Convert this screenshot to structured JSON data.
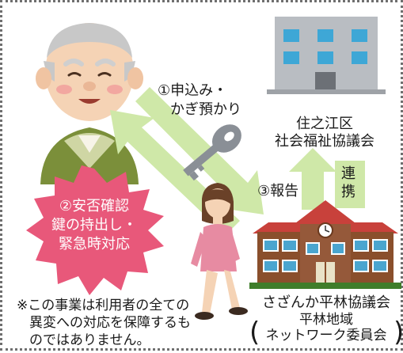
{
  "steps": {
    "step1_line1": "①申込み・",
    "step1_line2": "かぎ預かり",
    "step2_line1": "②安否確認",
    "step2_line2": "鍵の持出し・",
    "step2_line3": "緊急時対応",
    "step3": "③報告",
    "renkei_1": "連",
    "renkei_2": "携"
  },
  "council": {
    "line1": "住之江区",
    "line2": "社会福祉協議会"
  },
  "local": {
    "line1": "さざんか平林協議会",
    "line2": "平林地域",
    "line3": "ネットワーク委員会"
  },
  "note": {
    "line1": "※この事業は利用者の全ての",
    "line2": "異変への対応を保障するも",
    "line3": "のではありません。"
  },
  "colors": {
    "arrow_green": "#cfe8a8",
    "burst_pink": "#e8587a",
    "building_gray": "#b9bdc2",
    "window_blue": "#3ea7d6",
    "school_brown": "#8a4f2c",
    "roof_red": "#c8413b"
  },
  "icons": [
    "elderly-man-icon",
    "office-building-icon",
    "key-icon",
    "walking-woman-icon",
    "school-building-icon",
    "starburst-icon"
  ]
}
